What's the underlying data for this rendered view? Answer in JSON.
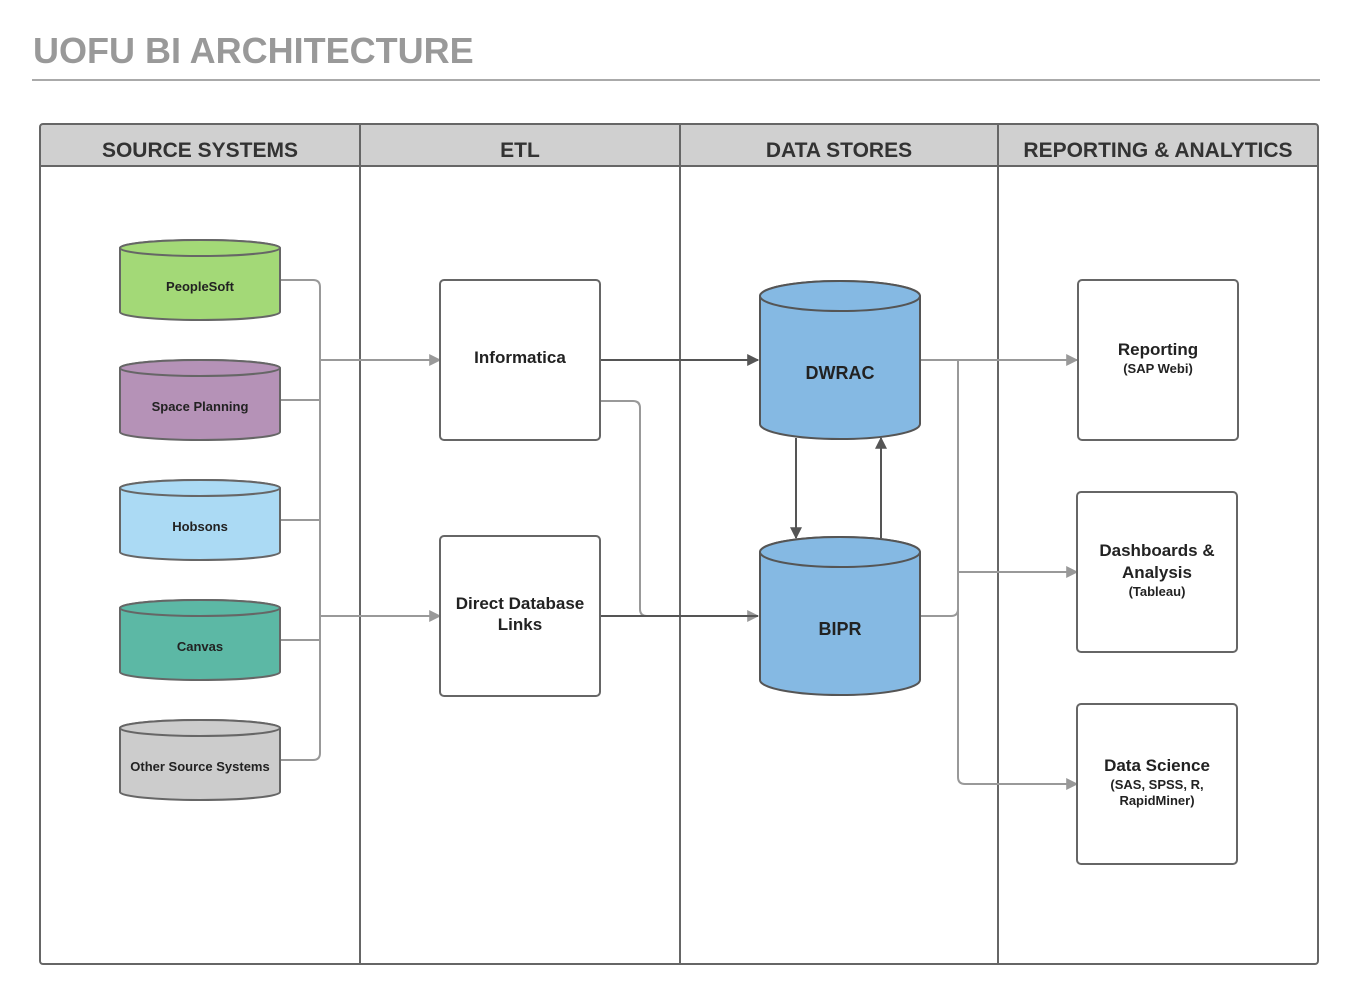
{
  "title": "UOFU BI ARCHITECTURE",
  "lanes": [
    {
      "label": "SOURCE SYSTEMS"
    },
    {
      "label": "ETL"
    },
    {
      "label": "DATA STORES"
    },
    {
      "label": "REPORTING & ANALYTICS"
    }
  ],
  "sources": [
    {
      "label": "PeopleSoft",
      "color": "#a3d977"
    },
    {
      "label": "Space Planning",
      "color": "#b592b7"
    },
    {
      "label": "Hobsons",
      "color": "#abdaf4"
    },
    {
      "label": "Canvas",
      "color": "#5cb8a5"
    },
    {
      "label": "Other Source Systems",
      "color": "#cccccc"
    }
  ],
  "etl": [
    {
      "label_lines": [
        "Informatica"
      ]
    },
    {
      "label_lines": [
        "Direct Database",
        "Links"
      ]
    }
  ],
  "stores": [
    {
      "label": "DWRAC",
      "color": "#85b9e3"
    },
    {
      "label": "BIPR",
      "color": "#85b9e3"
    }
  ],
  "outputs": [
    {
      "title_lines": [
        "Reporting"
      ],
      "sub_lines": [
        "(SAP Webi)"
      ]
    },
    {
      "title_lines": [
        "Dashboards &",
        "Analysis"
      ],
      "sub_lines": [
        "(Tableau)"
      ]
    },
    {
      "title_lines": [
        "Data Science"
      ],
      "sub_lines": [
        "(SAS, SPSS, R,",
        "RapidMiner)"
      ]
    }
  ],
  "colors": {
    "lane_header_bg": "#d0d0d0",
    "lane_border": "#666666",
    "connector": "#999999",
    "connector_dark": "#555555",
    "node_border": "#666666"
  }
}
